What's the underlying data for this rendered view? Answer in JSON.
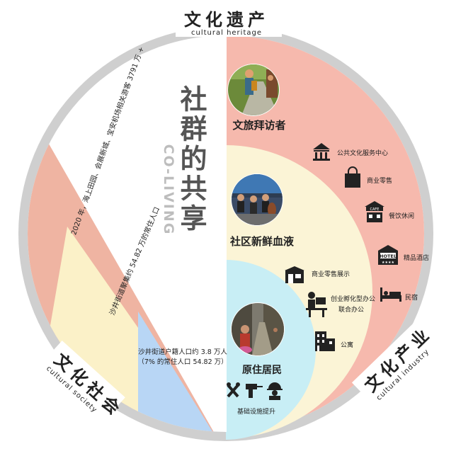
{
  "colors": {
    "outer_ring": "#cfcfcf",
    "heritage_fill": "#f6b9ad",
    "society_fill": "#efb4a2",
    "newblood_fill": "#fbf4d6",
    "residents_fill": "#c8eef5",
    "left_blue": "#b8d6f5",
    "left_cream": "#fbf1c8",
    "text_dark": "#222222",
    "title_gray": "#555555",
    "coliving_gray": "#bdbdbd"
  },
  "sections": {
    "heritage": {
      "title": "文化遗产",
      "subtitle": "cultural heritage"
    },
    "society": {
      "title": "文化社会",
      "subtitle": "cultural society"
    },
    "industry": {
      "title": "文化产业",
      "subtitle": "cultural industry"
    }
  },
  "center": {
    "title": "社群的共享",
    "subtitle": "CO-LIVING"
  },
  "groups": [
    {
      "label": "文旅拜访者",
      "photo_icon": "tourists-photo"
    },
    {
      "label": "社区新鲜血液",
      "photo_icon": "musicians-photo"
    },
    {
      "label": "原住居民",
      "photo_icon": "resident-photo"
    }
  ],
  "functions": [
    {
      "label": "公共文化服务中心",
      "icon": "museum-icon"
    },
    {
      "label": "商业零售",
      "icon": "shopping-bag-icon"
    },
    {
      "label": "餐饮休闲",
      "icon": "cafe-icon"
    },
    {
      "label": "精品酒店",
      "icon": "hotel-icon"
    },
    {
      "label": "民宿",
      "icon": "bed-icon"
    },
    {
      "label": "商业零售展示",
      "icon": "shop-icon"
    },
    {
      "label": "创业孵化型办公",
      "icon": "office-icon"
    },
    {
      "label": "联合办公",
      "icon": "office-icon"
    },
    {
      "label": "公寓",
      "icon": "apartment-icon"
    },
    {
      "label": "基础设施提升",
      "icon": "tools-icon"
    }
  ],
  "stats": {
    "visitors": "2020 年，海上田园、会展新城、宝安机场相关游客 3791 万 +",
    "population": "沙井街道聚集约 54.82 万的常住人口",
    "registered_line1": "沙井街道户籍人口约 3.8 万人",
    "registered_line2": "（7% 的常住人口 54.82 万）"
  }
}
